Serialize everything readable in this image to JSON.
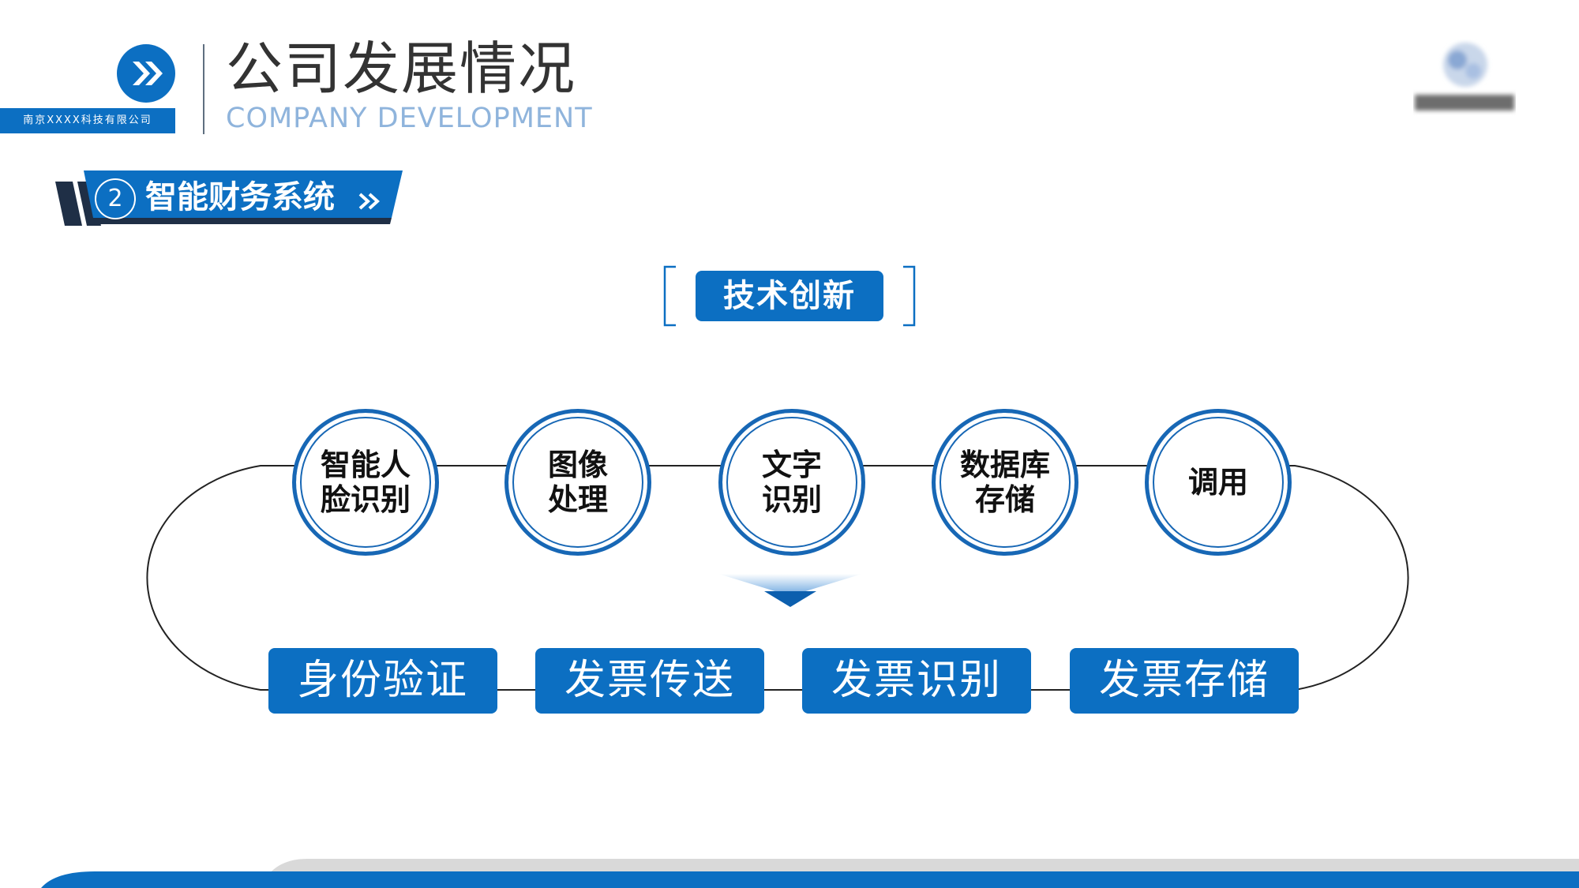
{
  "header": {
    "company_name": "南京XXXX科技有限公司",
    "title": "公司发展情况",
    "subtitle": "COMPANY DEVELOPMENT"
  },
  "section": {
    "number": "2",
    "label": "智能财务系统"
  },
  "tech_tag": "技术创新",
  "tech_items": [
    {
      "line1": "智能人",
      "line2": "脸识别"
    },
    {
      "line1": "图像",
      "line2": "处理"
    },
    {
      "line1": "文字",
      "line2": "识别"
    },
    {
      "line1": "数据库",
      "line2": "存储"
    },
    {
      "line1": "调用",
      "line2": ""
    }
  ],
  "process_steps": [
    "身份验证",
    "发票传送",
    "发票识别",
    "发票存储"
  ],
  "colors": {
    "primary": "#0c6fc2",
    "dark": "#1f2f46",
    "title_text": "#333333",
    "subtitle_text": "#8fb4dc"
  }
}
